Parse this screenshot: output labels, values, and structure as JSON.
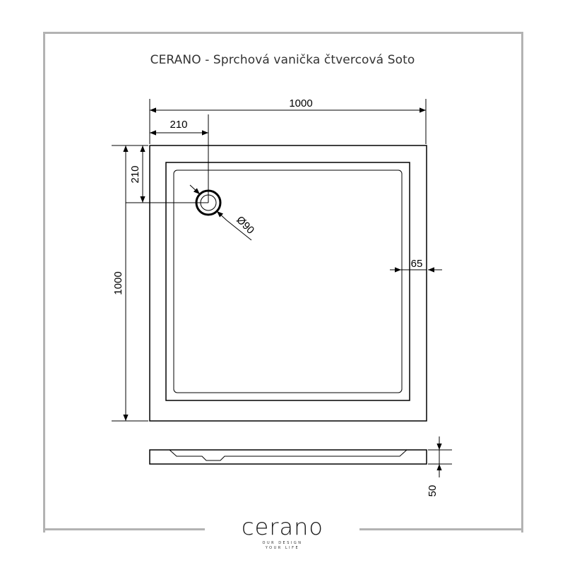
{
  "title": "CERANO - Sprchová vanička čtvercová Soto",
  "dimensions": {
    "width_total": "1000",
    "drain_offset_x": "210",
    "drain_offset_y": "210",
    "height_total": "1000",
    "drain_diameter": "Ø90",
    "rim_width": "65",
    "tray_height": "50"
  },
  "logo": {
    "wordmark": "cerano",
    "tagline_1": "OUR DESIGN",
    "tagline_2": "YOUR LIFE"
  },
  "colors": {
    "frame": "#b3b3b3",
    "line": "#000000"
  }
}
